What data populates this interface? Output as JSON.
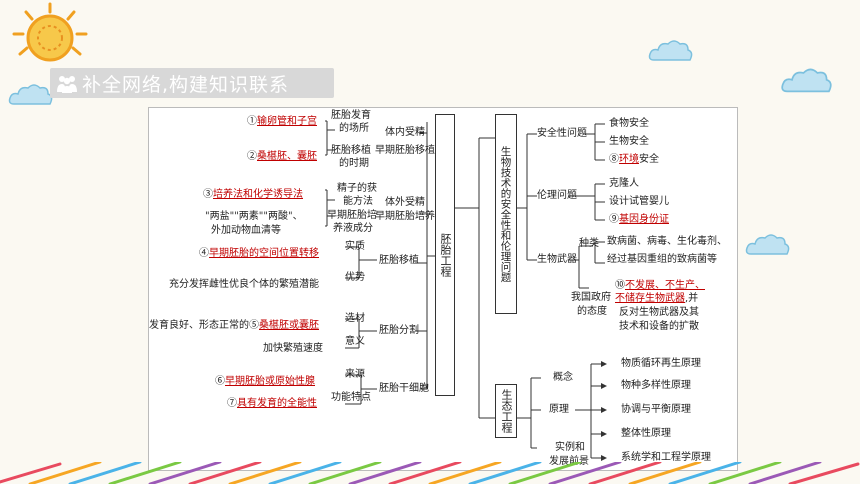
{
  "header": {
    "title": "补全网络,构建知识联系",
    "icon": "people-icon"
  },
  "colors": {
    "red": "#c00000",
    "header_bg": "#d8d8d8",
    "panel_border": "#333333"
  },
  "left_tree": {
    "center_box": "胚胎工程",
    "items": {
      "a1_num": "①",
      "a1_red": "输卵管和子宫",
      "a2_num": "②",
      "a2_red": "桑椹胚、囊胚",
      "a3_num": "③",
      "a3_red": "培养法和化学诱导法",
      "a3b": "\"两盐\"\"两素\"\"两酸\"、",
      "a3c": "外加动物血清等",
      "a4_num": "④",
      "a4_red": "早期胚胎的空间位置转移",
      "a4b": "充分发挥雌性优良个体的繁殖潜能",
      "a5_pre": "发育良好、形态正常的⑤",
      "a5_red": "桑椹胚或囊胚",
      "a5b": "加快繁殖速度",
      "a6_num": "⑥",
      "a6_red": "早期胚胎或原始性腺",
      "a7_num": "⑦",
      "a7_red": "具有发育的全能性"
    },
    "mid": {
      "m1a": "胚胎发育",
      "m1b": "的场所",
      "m2a": "胚胎移植",
      "m2b": "的时期",
      "m3a": "精子的获",
      "m3b": "能方法",
      "m4a": "早期胚胎培",
      "m4b": "养液成分",
      "m5": "实质",
      "m6": "优势",
      "m7": "选材",
      "m8": "意义",
      "m9": "来源",
      "m10": "功能特点"
    },
    "branches": {
      "b1": "体内受精",
      "b2": "早期胚胎移植",
      "b3": "体外受精",
      "b4": "早期胚胎培养",
      "b5": "胚胎移植",
      "b6": "胚胎分割",
      "b7": "胚胎干细胞"
    }
  },
  "right_tree": {
    "box_safety": "生物技术的安全性和伦理问题",
    "box_eco": "生态工程",
    "safety": {
      "s1": "安全性问题",
      "s1a": "食物安全",
      "s1b": "生物安全",
      "s1c_num": "⑧",
      "s1c_red": "环境",
      "s1c_rest": "安全",
      "s2": "伦理问题",
      "s2a": "克隆人",
      "s2b": "设计试管婴儿",
      "s2c_num": "⑨",
      "s2c_red": "基因身份证",
      "s3": "生物武器",
      "s3_kind": "种类",
      "s3a": "致病菌、病毒、生化毒剂、",
      "s3b": "经过基因重组的致病菌等",
      "s3_gov1": "我国政府",
      "s3_gov2": "的态度",
      "s3c_num": "⑩",
      "s3c_red1": "不发展、不生产、",
      "s3c_red2": "不储存生物武器",
      "s3c_rest": ",并",
      "s3d": "反对生物武器及其",
      "s3e": "技术和设备的扩散"
    },
    "eco": {
      "e1": "概念",
      "e2": "原理",
      "e3a": "实例和",
      "e3b": "发展前景",
      "p1": "物质循环再生原理",
      "p2": "物种多样性原理",
      "p3": "协调与平衡原理",
      "p4": "整体性原理",
      "p5": "系统学和工程学原理"
    }
  }
}
